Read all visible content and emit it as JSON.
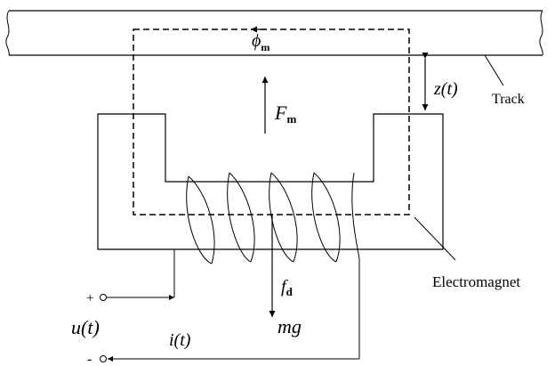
{
  "labels": {
    "flux": "ϕ",
    "flux_sub": "m",
    "force_main": "F",
    "force_main_sub": "m",
    "gap": "z(t)",
    "track": "Track",
    "electromagnet": "Electromagnet",
    "disturbance": "f",
    "disturbance_sub": "d",
    "gravity": "mg",
    "voltage": "u(t)",
    "current": "i(t)",
    "plus": "+",
    "minus": "-"
  }
}
